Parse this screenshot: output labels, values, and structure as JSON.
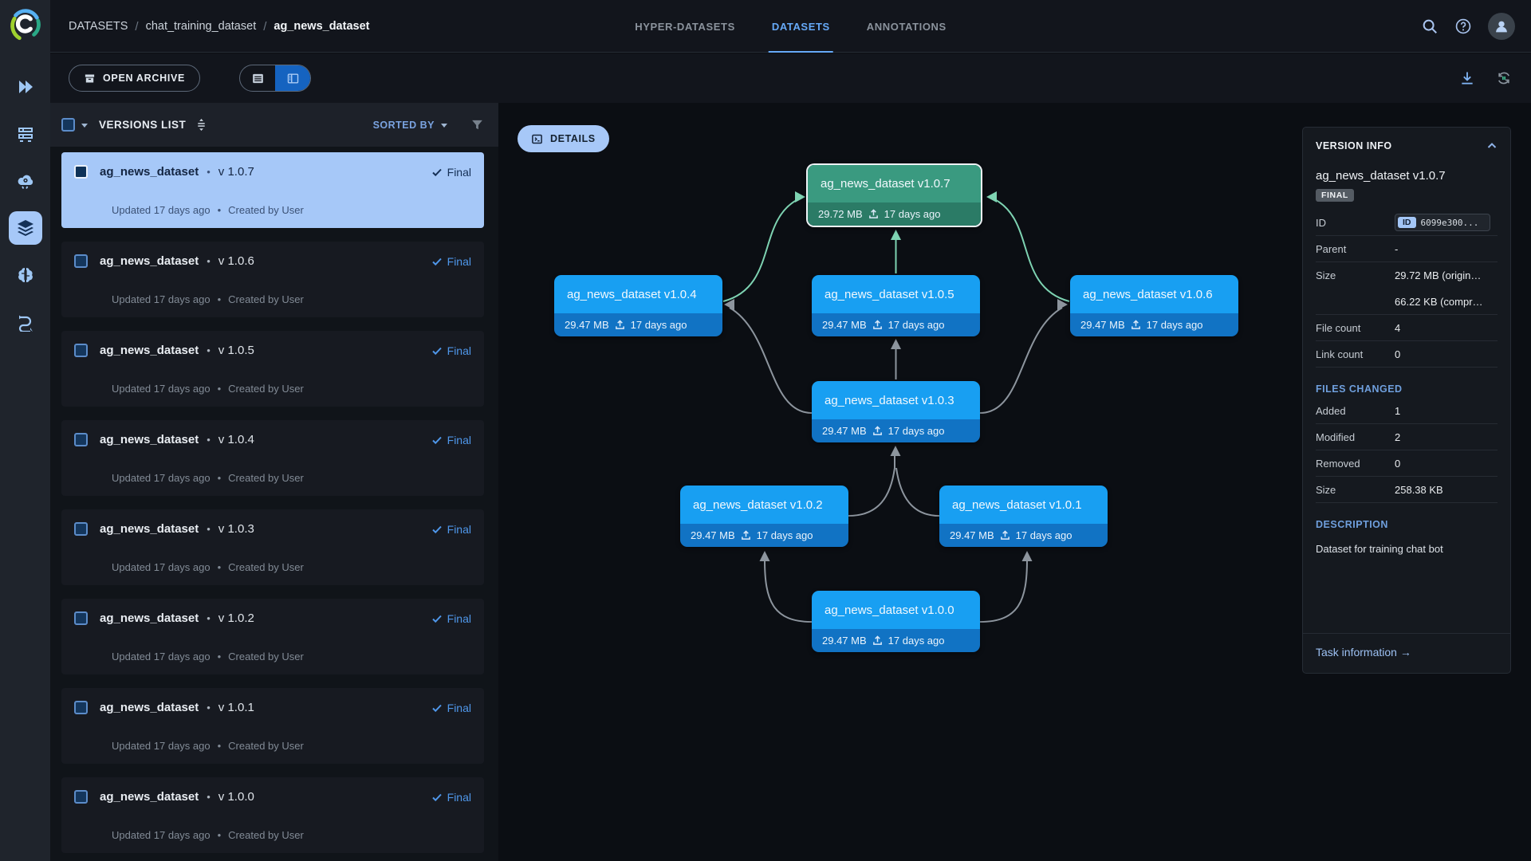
{
  "colors": {
    "accent_blue": "#66a9f7",
    "selection_blue": "#a6c8f8",
    "node_blue_header": "#189ff2",
    "node_blue_footer": "#1173c4",
    "node_green_header": "#3a9a80",
    "node_green_footer": "#2b7b66",
    "edge_gray": "#8d959e",
    "edge_highlight_green": "#7ed3b2",
    "final_status_blue": "#4f97ea"
  },
  "topbar": {
    "breadcrumb": {
      "root": "DATASETS",
      "project": "chat_training_dataset",
      "dataset": "ag_news_dataset"
    },
    "tabs": [
      {
        "label": "HYPER-DATASETS"
      },
      {
        "label": "DATASETS"
      },
      {
        "label": "ANNOTATIONS"
      }
    ]
  },
  "sidebar": {
    "icons": [
      "getting-started",
      "workers-queues",
      "data-processing",
      "datasets",
      "models",
      "pipelines"
    ],
    "active": "datasets"
  },
  "toolbar": {
    "open_archive_label": "OPEN ARCHIVE"
  },
  "versions_list": {
    "title": "VERSIONS LIST",
    "sorted_by_label": "SORTED BY",
    "items": [
      {
        "name": "ag_news_dataset",
        "version": "v 1.0.7",
        "status": "Final",
        "updated": "Updated 17 days ago",
        "created": "Created by User",
        "selected": true
      },
      {
        "name": "ag_news_dataset",
        "version": "v 1.0.6",
        "status": "Final",
        "updated": "Updated 17 days ago",
        "created": "Created by User",
        "selected": false
      },
      {
        "name": "ag_news_dataset",
        "version": "v 1.0.5",
        "status": "Final",
        "updated": "Updated 17 days ago",
        "created": "Created by User",
        "selected": false
      },
      {
        "name": "ag_news_dataset",
        "version": "v 1.0.4",
        "status": "Final",
        "updated": "Updated 17 days ago",
        "created": "Created by User",
        "selected": false
      },
      {
        "name": "ag_news_dataset",
        "version": "v 1.0.3",
        "status": "Final",
        "updated": "Updated 17 days ago",
        "created": "Created by User",
        "selected": false
      },
      {
        "name": "ag_news_dataset",
        "version": "v 1.0.2",
        "status": "Final",
        "updated": "Updated 17 days ago",
        "created": "Created by User",
        "selected": false
      },
      {
        "name": "ag_news_dataset",
        "version": "v 1.0.1",
        "status": "Final",
        "updated": "Updated 17 days ago",
        "created": "Created by User",
        "selected": false
      },
      {
        "name": "ag_news_dataset",
        "version": "v 1.0.0",
        "status": "Final",
        "updated": "Updated 17 days ago",
        "created": "Created by User",
        "selected": false
      }
    ],
    "bullet": "•"
  },
  "graph": {
    "details_label": "DETAILS",
    "nodes": [
      {
        "id": "v1.0.7",
        "title": "ag_news_dataset v1.0.7",
        "size": "29.72 MB",
        "age": "17 days ago",
        "state": "selected-green"
      },
      {
        "id": "v1.0.4",
        "title": "ag_news_dataset v1.0.4",
        "size": "29.47 MB",
        "age": "17 days ago",
        "state": "blue"
      },
      {
        "id": "v1.0.5",
        "title": "ag_news_dataset v1.0.5",
        "size": "29.47 MB",
        "age": "17 days ago",
        "state": "blue"
      },
      {
        "id": "v1.0.6",
        "title": "ag_news_dataset v1.0.6",
        "size": "29.47 MB",
        "age": "17 days ago",
        "state": "blue"
      },
      {
        "id": "v1.0.3",
        "title": "ag_news_dataset v1.0.3",
        "size": "29.47 MB",
        "age": "17 days ago",
        "state": "blue"
      },
      {
        "id": "v1.0.2",
        "title": "ag_news_dataset v1.0.2",
        "size": "29.47 MB",
        "age": "17 days ago",
        "state": "blue"
      },
      {
        "id": "v1.0.1",
        "title": "ag_news_dataset v1.0.1",
        "size": "29.47 MB",
        "age": "17 days ago",
        "state": "blue"
      },
      {
        "id": "v1.0.0",
        "title": "ag_news_dataset v1.0.0",
        "size": "29.47 MB",
        "age": "17 days ago",
        "state": "blue"
      }
    ],
    "edges": [
      {
        "from": "v1.0.0",
        "to": "v1.0.2",
        "highlighted": false
      },
      {
        "from": "v1.0.0",
        "to": "v1.0.1",
        "highlighted": false
      },
      {
        "from": "v1.0.2",
        "to": "v1.0.3",
        "highlighted": false
      },
      {
        "from": "v1.0.1",
        "to": "v1.0.3",
        "highlighted": false
      },
      {
        "from": "v1.0.3",
        "to": "v1.0.4",
        "highlighted": false
      },
      {
        "from": "v1.0.3",
        "to": "v1.0.5",
        "highlighted": false
      },
      {
        "from": "v1.0.3",
        "to": "v1.0.6",
        "highlighted": false
      },
      {
        "from": "v1.0.4",
        "to": "v1.0.7",
        "highlighted": true
      },
      {
        "from": "v1.0.5",
        "to": "v1.0.7",
        "highlighted": true
      },
      {
        "from": "v1.0.6",
        "to": "v1.0.7",
        "highlighted": true
      }
    ]
  },
  "version_info": {
    "header": "VERSION INFO",
    "title": "ag_news_dataset v1.0.7",
    "badge": "FINAL",
    "id_label": "ID",
    "id_chip": "ID",
    "id_value": "6099e300...",
    "parent_label": "Parent",
    "parent_value": "-",
    "size_label": "Size",
    "size_value_original": "29.72 MB (origin…",
    "size_value_compressed": "66.22 KB (compr…",
    "file_count_label": "File count",
    "file_count_value": "4",
    "link_count_label": "Link count",
    "link_count_value": "0",
    "files_changed": {
      "header": "FILES CHANGED",
      "added_label": "Added",
      "added_value": "1",
      "modified_label": "Modified",
      "modified_value": "2",
      "removed_label": "Removed",
      "removed_value": "0",
      "size_label": "Size",
      "size_value": "258.38 KB"
    },
    "description_header": "DESCRIPTION",
    "description_text": "Dataset for training chat bot",
    "task_link": "Task information →"
  }
}
